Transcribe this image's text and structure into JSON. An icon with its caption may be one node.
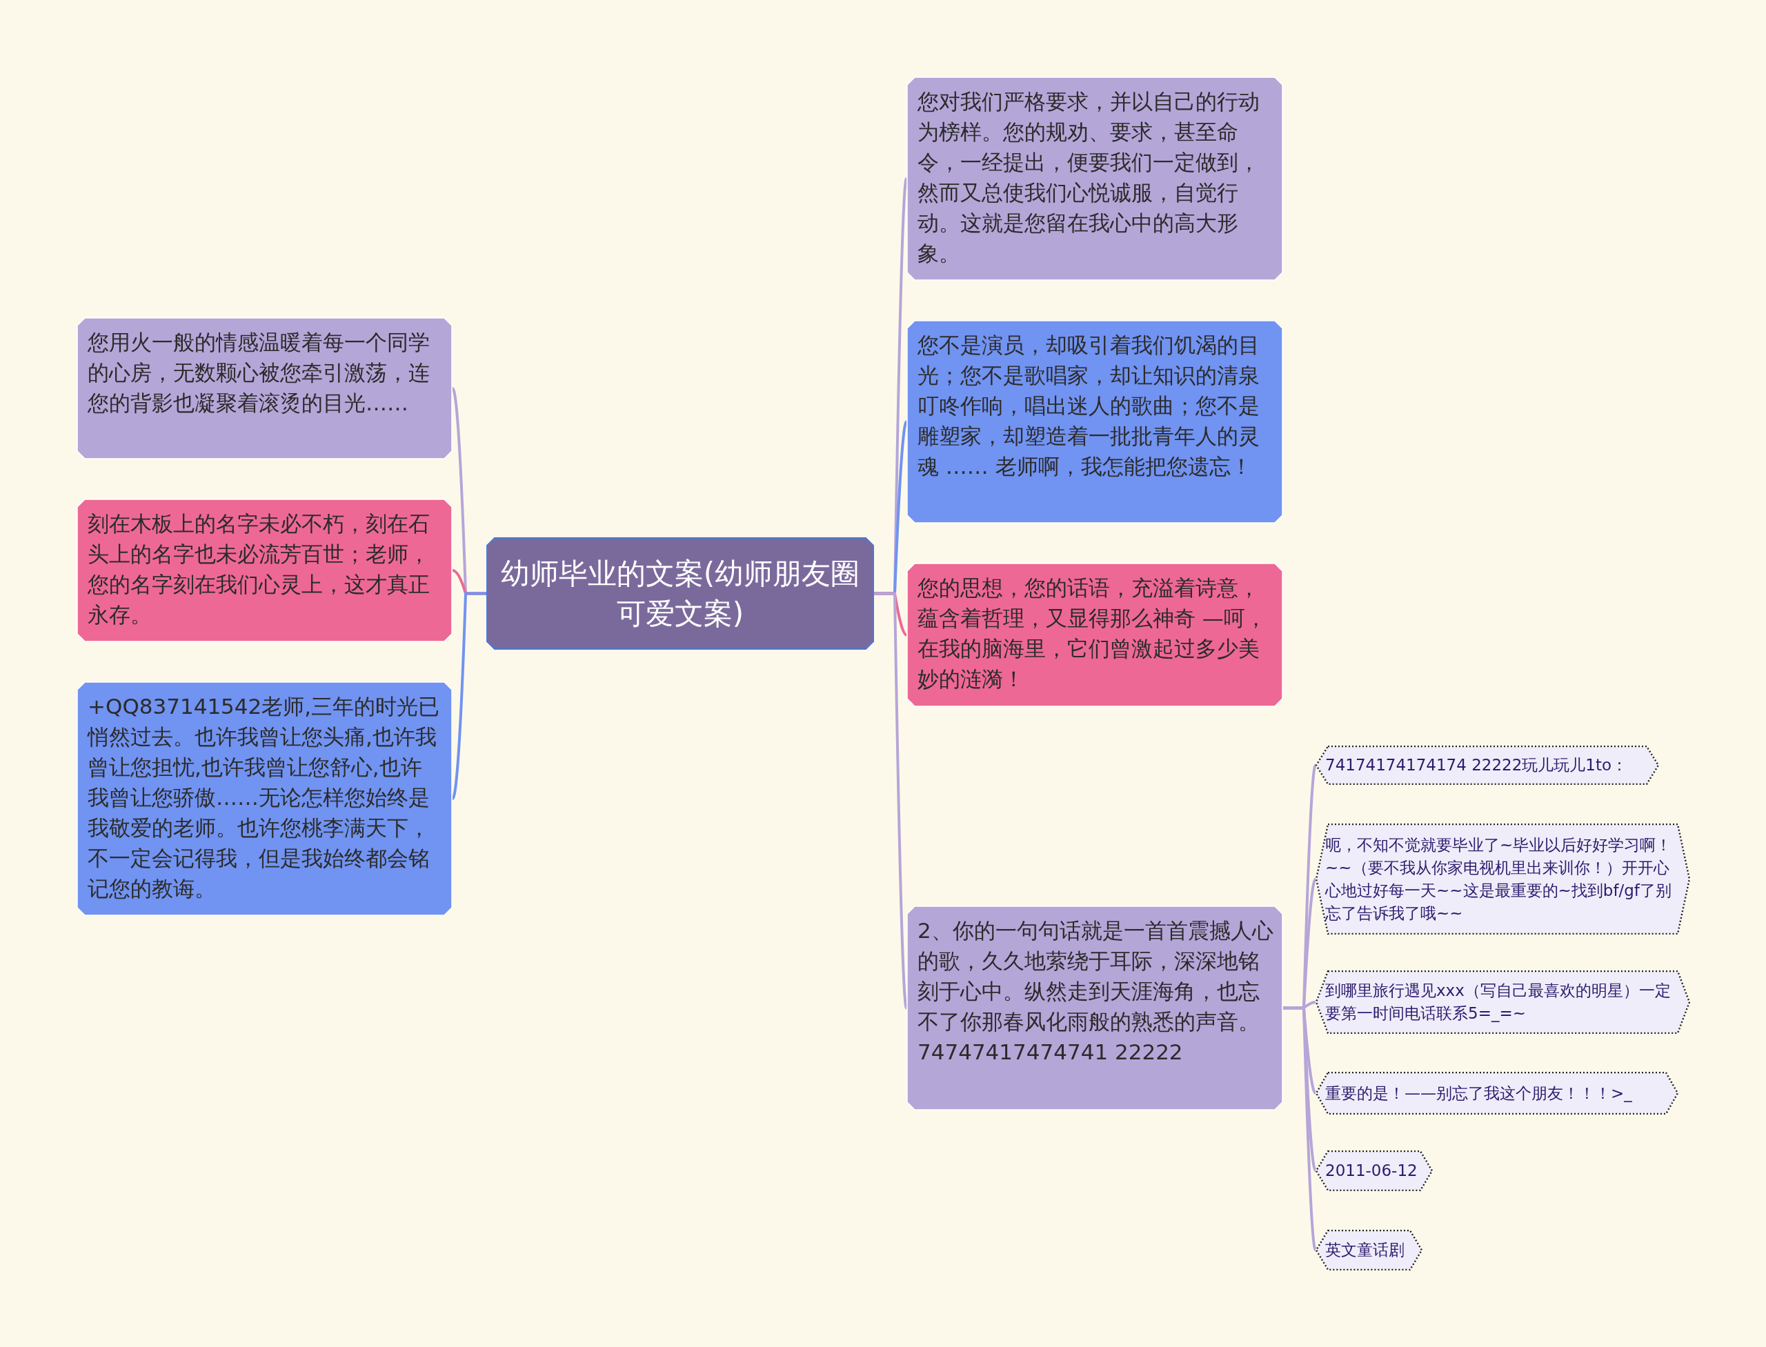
{
  "diagram": {
    "nodes": [
      {
        "text": [
          "幼师毕业的文案(幼师朋友圈可爱文案)"
        ]
      },
      {
        "text": [
          "您用火一般的情感温暖着每一个同学的心房，无数颗心被您牵引激荡，连您的背影也凝聚着滚烫的目光……"
        ]
      },
      {
        "text": [
          "刻在木板上的名字未必不朽，刻在石头上的名字也未必流芳百世；老师，您的名字刻在我们心灵上，这才真正永存。"
        ]
      },
      {
        "text": [
          "+QQ837141542老师,三年的时光已悄然过去。也许我曾让您头痛,也许我曾让您担忧,也许我曾让您舒心,也许我曾让您骄傲……无论怎样您始终是我敬爱的老师。也许您桃李满天下，不一定会记得我，但是我始终都会铭记您的教诲。"
        ]
      },
      {
        "text": [
          "您对我们严格要求，并以自己的行动为榜样。您的规劝、要求，甚至命令，一经提出，便要我们一定做到，然而又总使我们心悦诚服，自觉行动。这就是您留在我心中的高大形象。"
        ]
      },
      {
        "text": [
          "您不是演员，却吸引着我们饥渴的目光；您不是歌唱家，却让知识的清泉叮咚作响，唱出迷人的歌曲；您不是雕塑家，却塑造着一批批青年人的灵魂 …… 老师啊，我怎能把您遗忘！"
        ]
      },
      {
        "text": [
          "您的思想，您的话语，充溢着诗意，蕴含着哲理，又显得那么神奇 —呵，在我的脑海里，它们曾激起过多少美妙的涟漪！"
        ]
      },
      {
        "text": [
          "2、你的一句句话就是一首首震撼人心的歌，久久地萦绕于耳际，深深地铭刻于心中。纵然走到天涯海角，也忘不了你那春风化雨般的熟悉的声音。74747417474741 22222"
        ]
      },
      {
        "text": [
          "74174174174174 22222玩儿玩儿1to："
        ]
      },
      {
        "text": [
          "呃，不知不觉就要毕业了~毕业以后好好学习啊！~~（要不我从你家电视机里出来训你！）开开心心地过好每一天~~这是最重要的~找到bf/gf了别忘了告诉我了哦~~"
        ]
      },
      {
        "text": [
          "到哪里旅行遇见xxx（写自己最喜欢的明星）一定要第一时间电话联系5=_=~"
        ]
      },
      {
        "text": [
          "重要的是！——别忘了我这个朋友！！！>_"
        ]
      },
      {
        "text": [
          "2011-06-12"
        ]
      },
      {
        "text": [
          "英文童话剧"
        ]
      }
    ],
    "edges": [
      {
        "from": 0,
        "to": 1,
        "arrow": "none"
      },
      {
        "from": 0,
        "to": 2,
        "arrow": "none",
        "color": "#ee6895"
      },
      {
        "from": 0,
        "to": 3,
        "arrow": "none",
        "color": "#7193f1"
      },
      {
        "from": 0,
        "to": 4,
        "arrow": "none"
      },
      {
        "from": 0,
        "to": 5,
        "arrow": "none",
        "color": "#7193f1"
      },
      {
        "from": 0,
        "to": 6,
        "arrow": "none",
        "color": "#ee6895"
      },
      {
        "from": 0,
        "to": 7,
        "arrow": "none"
      },
      {
        "from": 7,
        "to": 8,
        "arrow": "none"
      },
      {
        "from": 7,
        "to": 9,
        "arrow": "none"
      },
      {
        "from": 7,
        "to": 10,
        "arrow": "none"
      },
      {
        "from": 7,
        "to": 11,
        "arrow": "none"
      },
      {
        "from": 7,
        "to": 12,
        "arrow": "none"
      },
      {
        "from": 7,
        "to": 13,
        "arrow": "none"
      }
    ]
  }
}
